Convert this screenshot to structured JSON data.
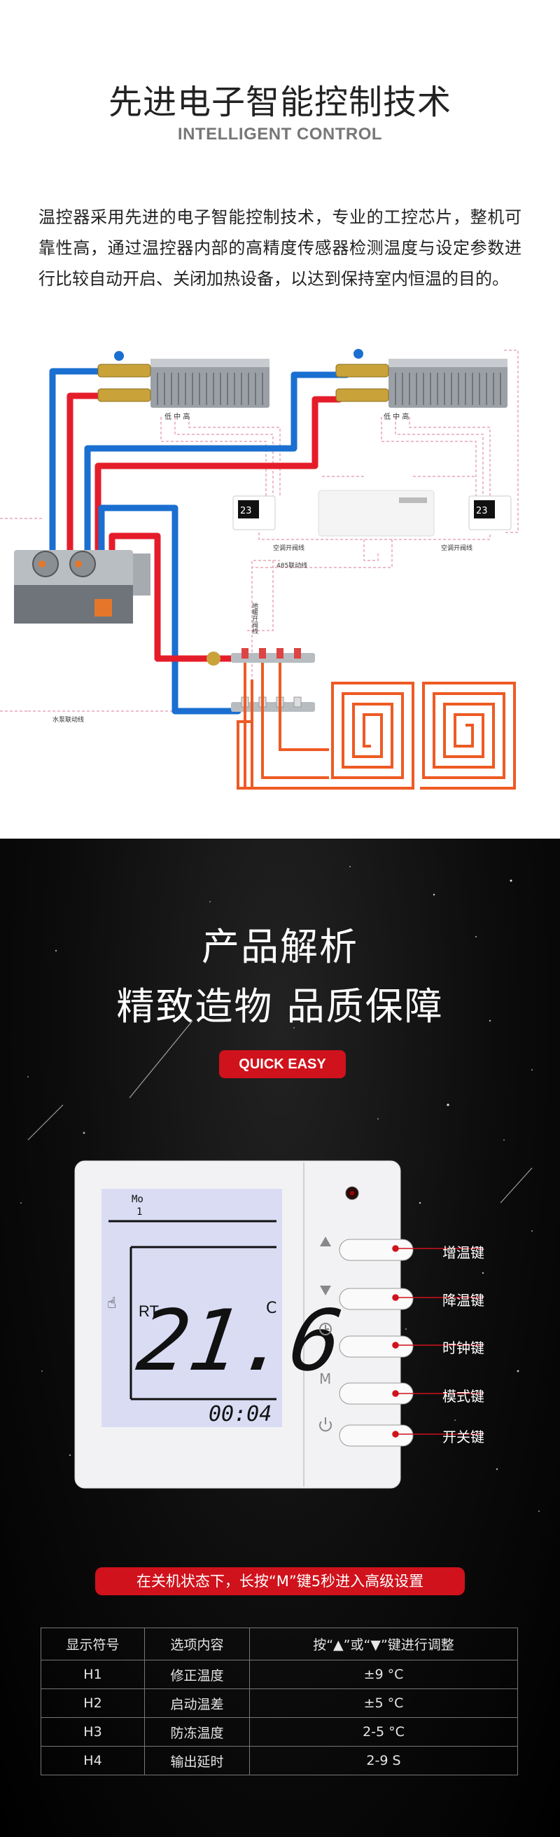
{
  "section1": {
    "title": "先进电子智能控制技术",
    "subtitle": "INTELLIGENT CONTROL",
    "description": "温控器采用先进的电子智能控制技术，专业的工控芯片，整机可靠性高，通过温控器内部的高精度传感器检测温度与设定参数进行比较自动开启、关闭加热设备，以达到保持室内恒温的目的。",
    "diagram_labels": {
      "speed_left": "低  中  高",
      "speed_right": "低  中  高",
      "ac_valve_left": "空调开阀线",
      "ac_valve_right": "空调开阀线",
      "bus_line": "485联动线",
      "floor_valve": "地暖开阀线",
      "pump_line": "水泵联动线",
      "thermo_display": "23"
    }
  },
  "section2": {
    "heading1": "产品解析",
    "heading2": "精致造物 品质保障",
    "quick_label": "QUICK EASY",
    "lcd": {
      "mode_code": "Mo",
      "mode_num": "1",
      "rt_label": "RT",
      "temperature": "21.6",
      "unit": "C",
      "clock": "00:04"
    },
    "buttons": [
      {
        "symbol": "▲",
        "label": "增温键"
      },
      {
        "symbol": "▼",
        "label": "降温键"
      },
      {
        "symbol": "clock-icon",
        "label": "时钟键"
      },
      {
        "symbol": "M",
        "label": "模式键"
      },
      {
        "symbol": "power-icon",
        "label": "开关键"
      }
    ],
    "notice": "在关机状态下，长按“M”键5秒进入高级设置",
    "table": {
      "headers": [
        "显示符号",
        "选项内容",
        "按“▲”或“▼”键进行调整"
      ],
      "rows": [
        [
          "H1",
          "修正温度",
          "±9 °C"
        ],
        [
          "H2",
          "启动温差",
          "±5 °C"
        ],
        [
          "H3",
          "防冻温度",
          "2-5 °C"
        ],
        [
          "H4",
          "输出延时",
          "2-9  S"
        ]
      ]
    },
    "colors": {
      "accent": "#d0121c",
      "background": "#0c0c0c"
    }
  }
}
